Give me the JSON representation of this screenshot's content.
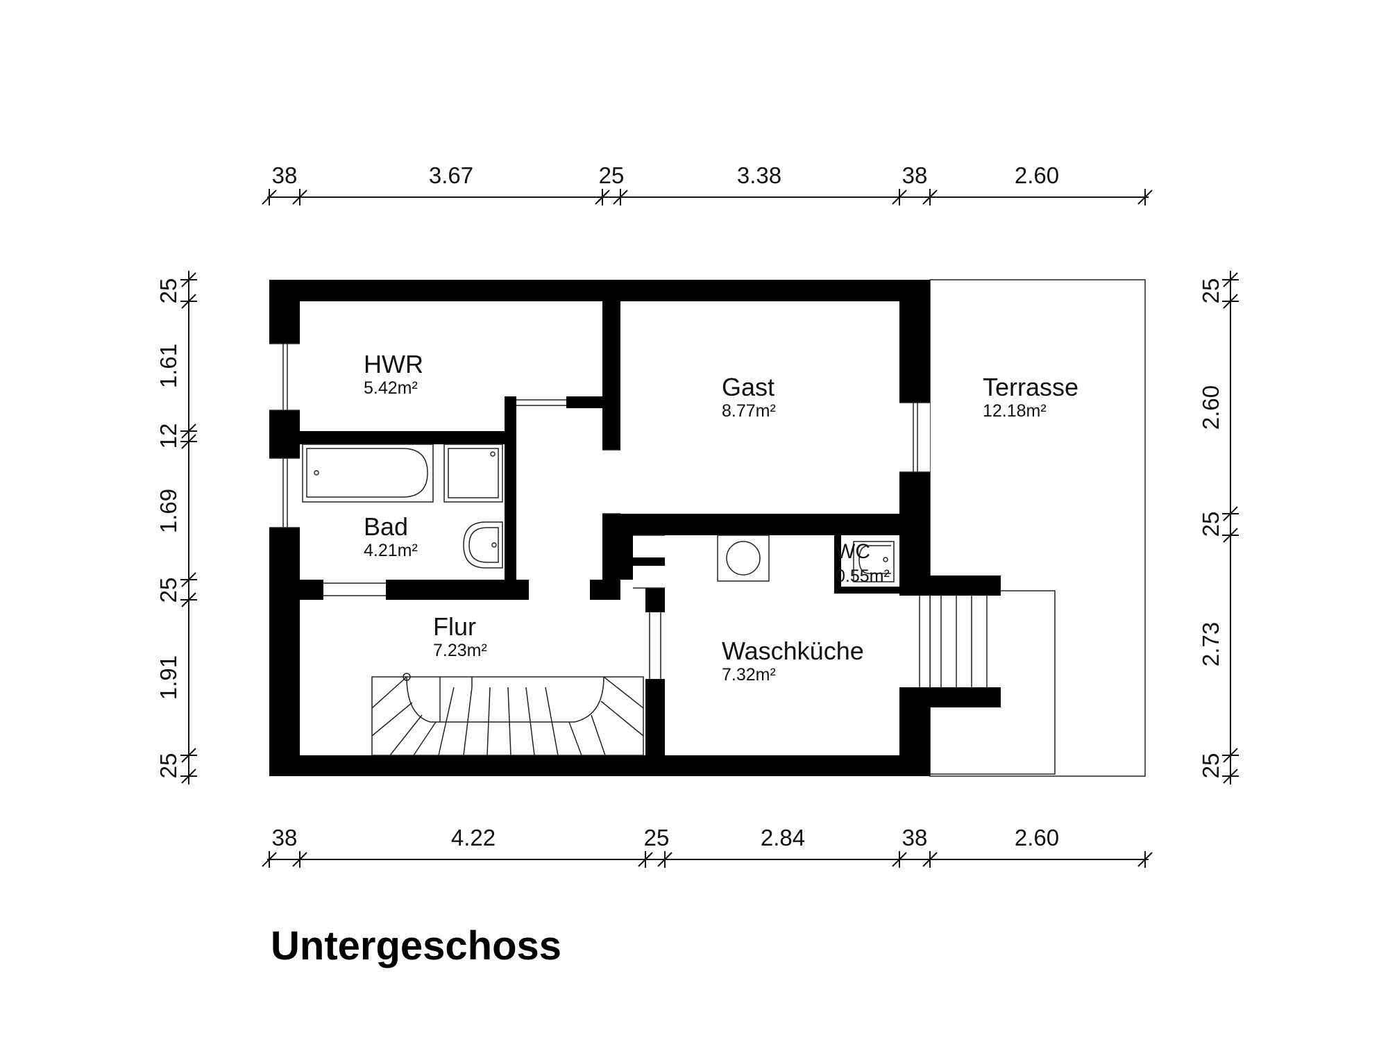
{
  "title": "Untergeschoss",
  "rooms": {
    "hwr": {
      "name": "HWR",
      "area": "5.42m²"
    },
    "gast": {
      "name": "Gast",
      "area": "8.77m²"
    },
    "terrasse": {
      "name": "Terrasse",
      "area": "12.18m²"
    },
    "bad": {
      "name": "Bad",
      "area": "4.21m²"
    },
    "wc": {
      "name": "WC",
      "area": "0.55m²"
    },
    "flur": {
      "name": "Flur",
      "area": "7.23m²"
    },
    "waschkueche": {
      "name": "Waschküche",
      "area": "7.32m²"
    }
  },
  "dimensions": {
    "top": [
      "38",
      "3.67",
      "25",
      "3.38",
      "38",
      "2.60"
    ],
    "bottom": [
      "38",
      "4.22",
      "25",
      "2.84",
      "38",
      "2.60"
    ],
    "left": [
      "25",
      "1.61",
      "12",
      "1.69",
      "25",
      "1.91",
      "25"
    ],
    "right": [
      "25",
      "2.60",
      "25",
      "2.73",
      "25"
    ]
  },
  "colors": {
    "wall": "#000000",
    "line": "#111111",
    "background": "#ffffff"
  }
}
